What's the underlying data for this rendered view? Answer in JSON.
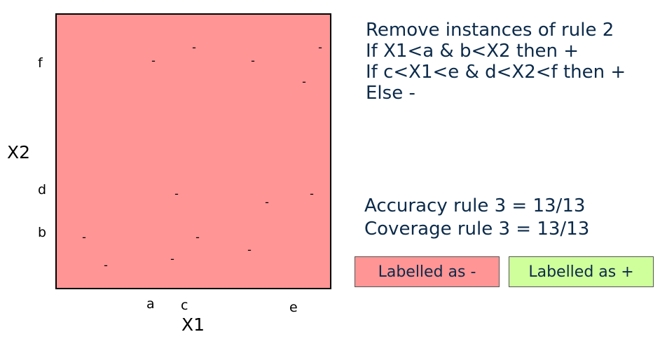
{
  "colors": {
    "negative_region": "#ff9595",
    "positive_region": "#cfff9b",
    "text": "#0b2a4a"
  },
  "axes": {
    "x_label": "X1",
    "y_label": "X2",
    "x_ticks": [
      "a",
      "c",
      "e"
    ],
    "y_ticks": [
      "f",
      "d",
      "b"
    ]
  },
  "points": [
    "-",
    "-",
    "-",
    "-",
    "-",
    "-",
    "-",
    "-",
    "-",
    "-",
    "-",
    "-",
    "-"
  ],
  "rules": [
    "Remove instances of rule 2",
    "If X1<a & b<X2 then +",
    "If c<X1<e & d<X2<f then +",
    "Else -"
  ],
  "stats": {
    "accuracy": "Accuracy rule 3 = 13/13",
    "coverage": "Coverage rule 3 = 13/13"
  },
  "legend": {
    "negative": "Labelled as -",
    "positive": "Labelled as +"
  }
}
